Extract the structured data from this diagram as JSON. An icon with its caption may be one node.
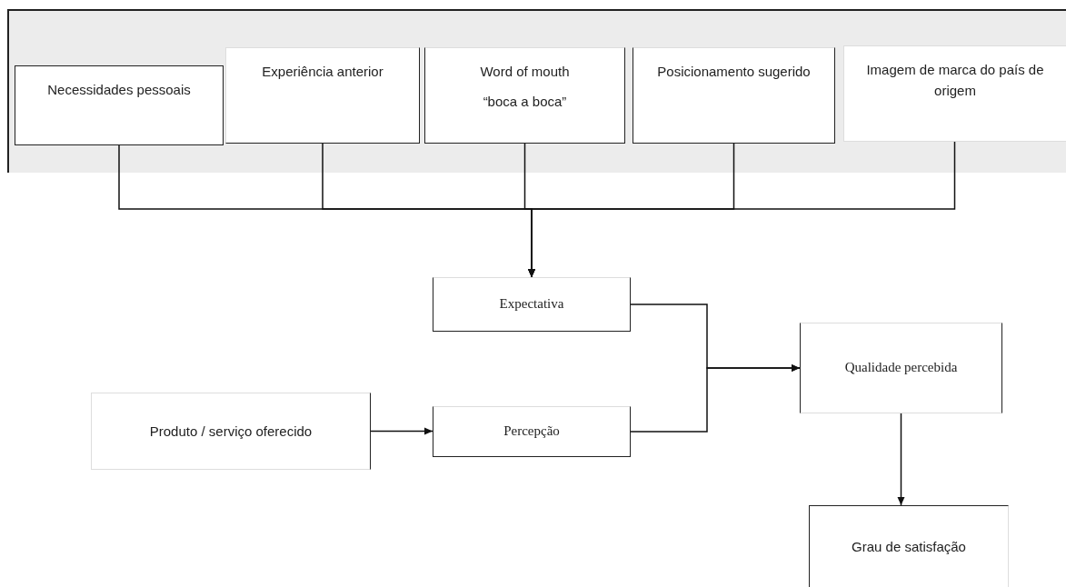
{
  "diagram": {
    "nodes": [
      {
        "text": [
          "Necessidades pessoais"
        ]
      },
      {
        "text": [
          "Experiência anterior"
        ]
      },
      {
        "text": [
          "Word of mouth",
          "“boca a boca”"
        ]
      },
      {
        "text": [
          "Posicionamento sugerido"
        ]
      },
      {
        "text": [
          "Imagem de marca do país de origem"
        ]
      },
      {
        "text": [
          "Expectativa"
        ]
      },
      {
        "text": [
          "Qualidade percebida"
        ]
      },
      {
        "text": [
          "Produto / serviço oferecido"
        ]
      },
      {
        "text": [
          "Percepção"
        ]
      },
      {
        "text": [
          "Grau de satisfação"
        ]
      }
    ],
    "edges": [
      {
        "from": 0,
        "to": 5,
        "arrow": "to"
      },
      {
        "from": 1,
        "to": 5,
        "arrow": "to"
      },
      {
        "from": 2,
        "to": 5,
        "arrow": "to"
      },
      {
        "from": 3,
        "to": 5,
        "arrow": "to"
      },
      {
        "from": 4,
        "to": 5,
        "arrow": "to"
      },
      {
        "from": 5,
        "to": 6,
        "arrow": "to"
      },
      {
        "from": 8,
        "to": 6,
        "arrow": "to"
      },
      {
        "from": 7,
        "to": 8,
        "arrow": "to"
      },
      {
        "from": 6,
        "to": 9,
        "arrow": "to"
      }
    ]
  }
}
